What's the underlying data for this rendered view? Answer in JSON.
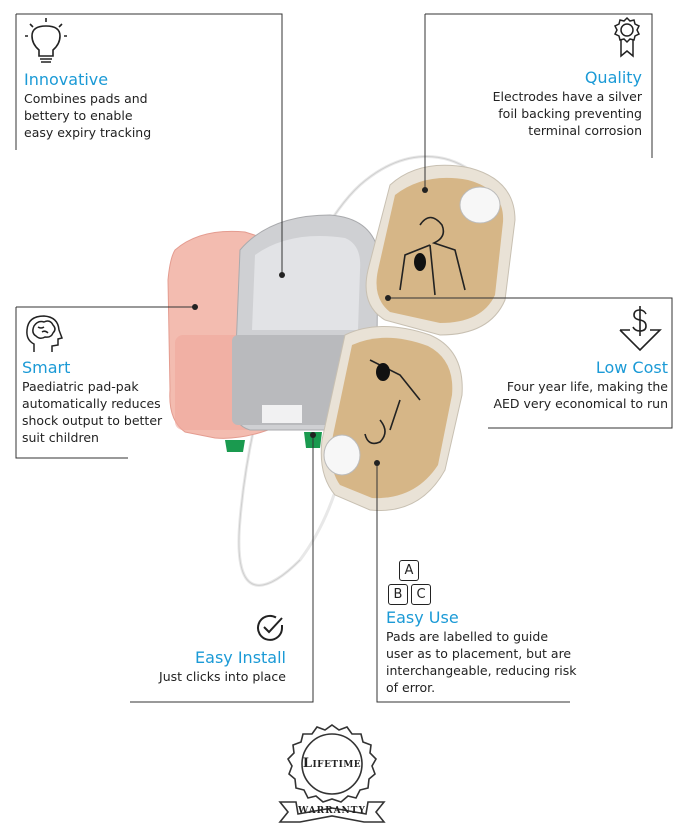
{
  "features": {
    "innovative": {
      "title": "Innovative",
      "desc": [
        "Combines pads and",
        "bettery to enable",
        "easy expiry tracking"
      ],
      "icon": "lightbulb-icon"
    },
    "quality": {
      "title": "Quality",
      "desc": [
        "Electrodes have a silver",
        "foil backing preventing",
        "terminal corrosion"
      ],
      "icon": "award-ribbon-icon"
    },
    "smart": {
      "title": "Smart",
      "desc": [
        "Paediatric pad-pak",
        "automatically reduces",
        "shock output to better",
        "suit children"
      ],
      "icon": "brain-head-icon"
    },
    "low_cost": {
      "title": "Low Cost",
      "desc": [
        "Four year life, making the",
        "AED very economical to run"
      ],
      "icon": "dollar-down-icon"
    },
    "easy_install": {
      "title": "Easy Install",
      "desc": [
        "Just clicks into place"
      ],
      "icon": "check-circle-icon"
    },
    "easy_use": {
      "title": "Easy Use",
      "desc": [
        "Pads are labelled to guide",
        "user as to placement, but are",
        "interchangeable, reducing risk",
        "of error."
      ],
      "icon": "abc-blocks-icon"
    }
  },
  "abc_blocks": {
    "a": "A",
    "b": "B",
    "c": "C"
  },
  "badge": {
    "top": "Lifetime",
    "bottom": "Warranty"
  },
  "colors": {
    "accent": "#1b9ad6",
    "line": "#333333",
    "pink_pak": "#f2b8ad",
    "grey_pak": "#c9cacd",
    "pad": "#d8b98e"
  }
}
